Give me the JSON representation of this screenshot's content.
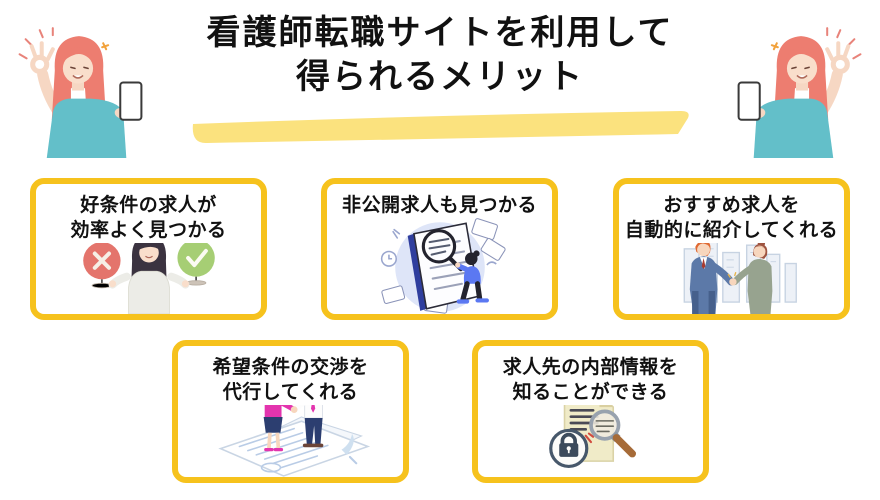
{
  "title": {
    "text": "看護師転職サイトを利用して\n得られるメリット"
  },
  "theme": {
    "card_border_color": "#F6C21D",
    "highlight_brush_color": "#FBE27E",
    "title_color": "#111111",
    "background_color": "#FFFFFF"
  },
  "decorations": {
    "title_underline": "yellow-brush-stroke",
    "left_illustration": "woman-ok-sign-holding-phone",
    "right_illustration": "woman-ok-sign-holding-phone-mirrored"
  },
  "cards": [
    {
      "label": "好条件の求人が\n効率よく見つかる",
      "illustration": "woman-comparing-x-and-check-marks"
    },
    {
      "label": "非公開求人も見つかる",
      "illustration": "person-examining-document-with-magnifier"
    },
    {
      "label": "おすすめ求人を\n自動的に紹介してくれる",
      "illustration": "business-handshake-in-city"
    },
    {
      "label": "希望条件の交渉を\n代行してくれる",
      "illustration": "two-people-handshake-on-contract"
    },
    {
      "label": "求人先の内部情報を\n知ることができる",
      "illustration": "locked-document-with-magnifier"
    }
  ]
}
